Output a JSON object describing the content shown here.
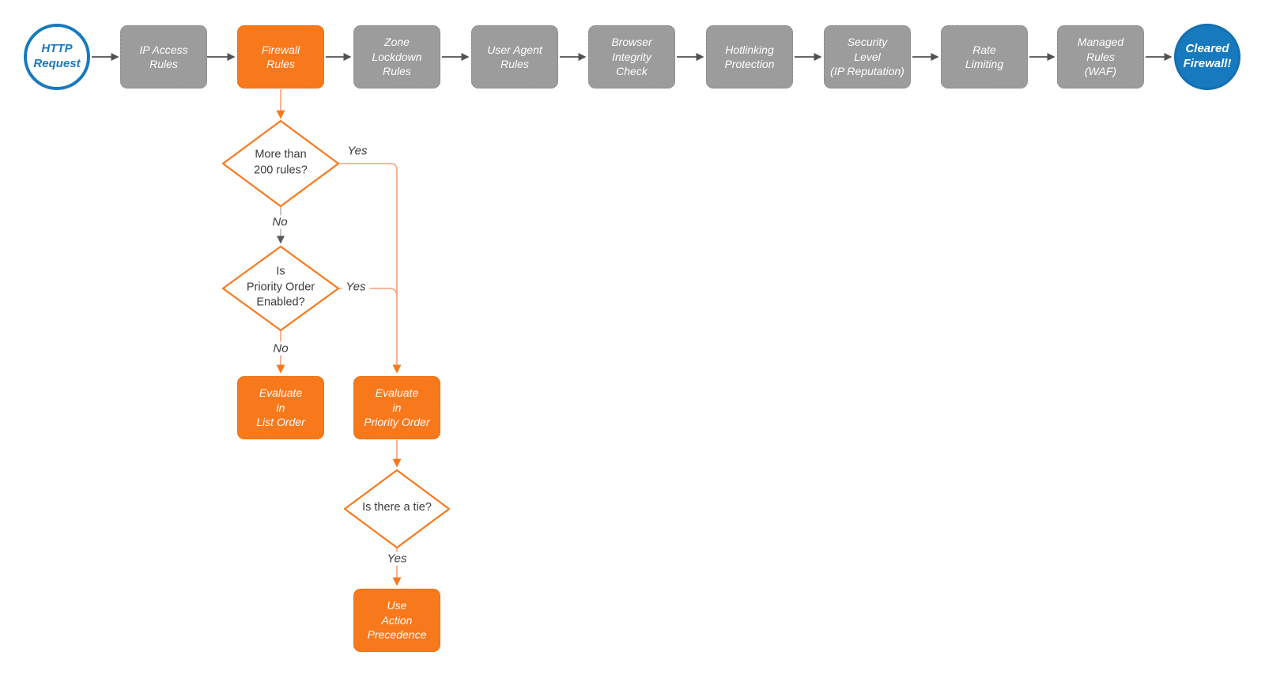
{
  "colors": {
    "accent_orange": "#F8791C",
    "light_orange_line": "#F5A079",
    "node_gray": "#9C9C9C",
    "brand_blue": "#1779BE",
    "connector_dark": "#4F5355",
    "text_dark": "#3B3B3B"
  },
  "pipeline": {
    "start": {
      "label": "HTTP\nRequest"
    },
    "steps": [
      {
        "label": "IP Access\nRules",
        "variant": "gray"
      },
      {
        "label": "Firewall\nRules",
        "variant": "orange",
        "highlighted": true
      },
      {
        "label": "Zone\nLockdown\nRules",
        "variant": "gray"
      },
      {
        "label": "User Agent\nRules",
        "variant": "gray"
      },
      {
        "label": "Browser\nIntegrity\nCheck",
        "variant": "gray"
      },
      {
        "label": "Hotlinking\nProtection",
        "variant": "gray"
      },
      {
        "label": "Security\nLevel\n(IP Reputation)",
        "variant": "gray"
      },
      {
        "label": "Rate\nLimiting",
        "variant": "gray"
      },
      {
        "label": "Managed\nRules\n(WAF)",
        "variant": "gray"
      }
    ],
    "end": {
      "label": "Cleared\nFirewall!"
    }
  },
  "branch": {
    "decisions": [
      {
        "label": "More than\n200 rules?"
      },
      {
        "label": "Is\nPriority Order\nEnabled?"
      },
      {
        "label": "Is there a tie?"
      }
    ],
    "actions": [
      {
        "label": "Evaluate\nin\nList Order"
      },
      {
        "label": "Evaluate\nin\nPriority Order"
      },
      {
        "label": "Use\nAction\nPrecedence"
      }
    ],
    "labels": {
      "d1_yes": "Yes",
      "d1_no": "No",
      "d2_yes": "Yes",
      "d2_no": "No",
      "d3_yes": "Yes"
    }
  }
}
